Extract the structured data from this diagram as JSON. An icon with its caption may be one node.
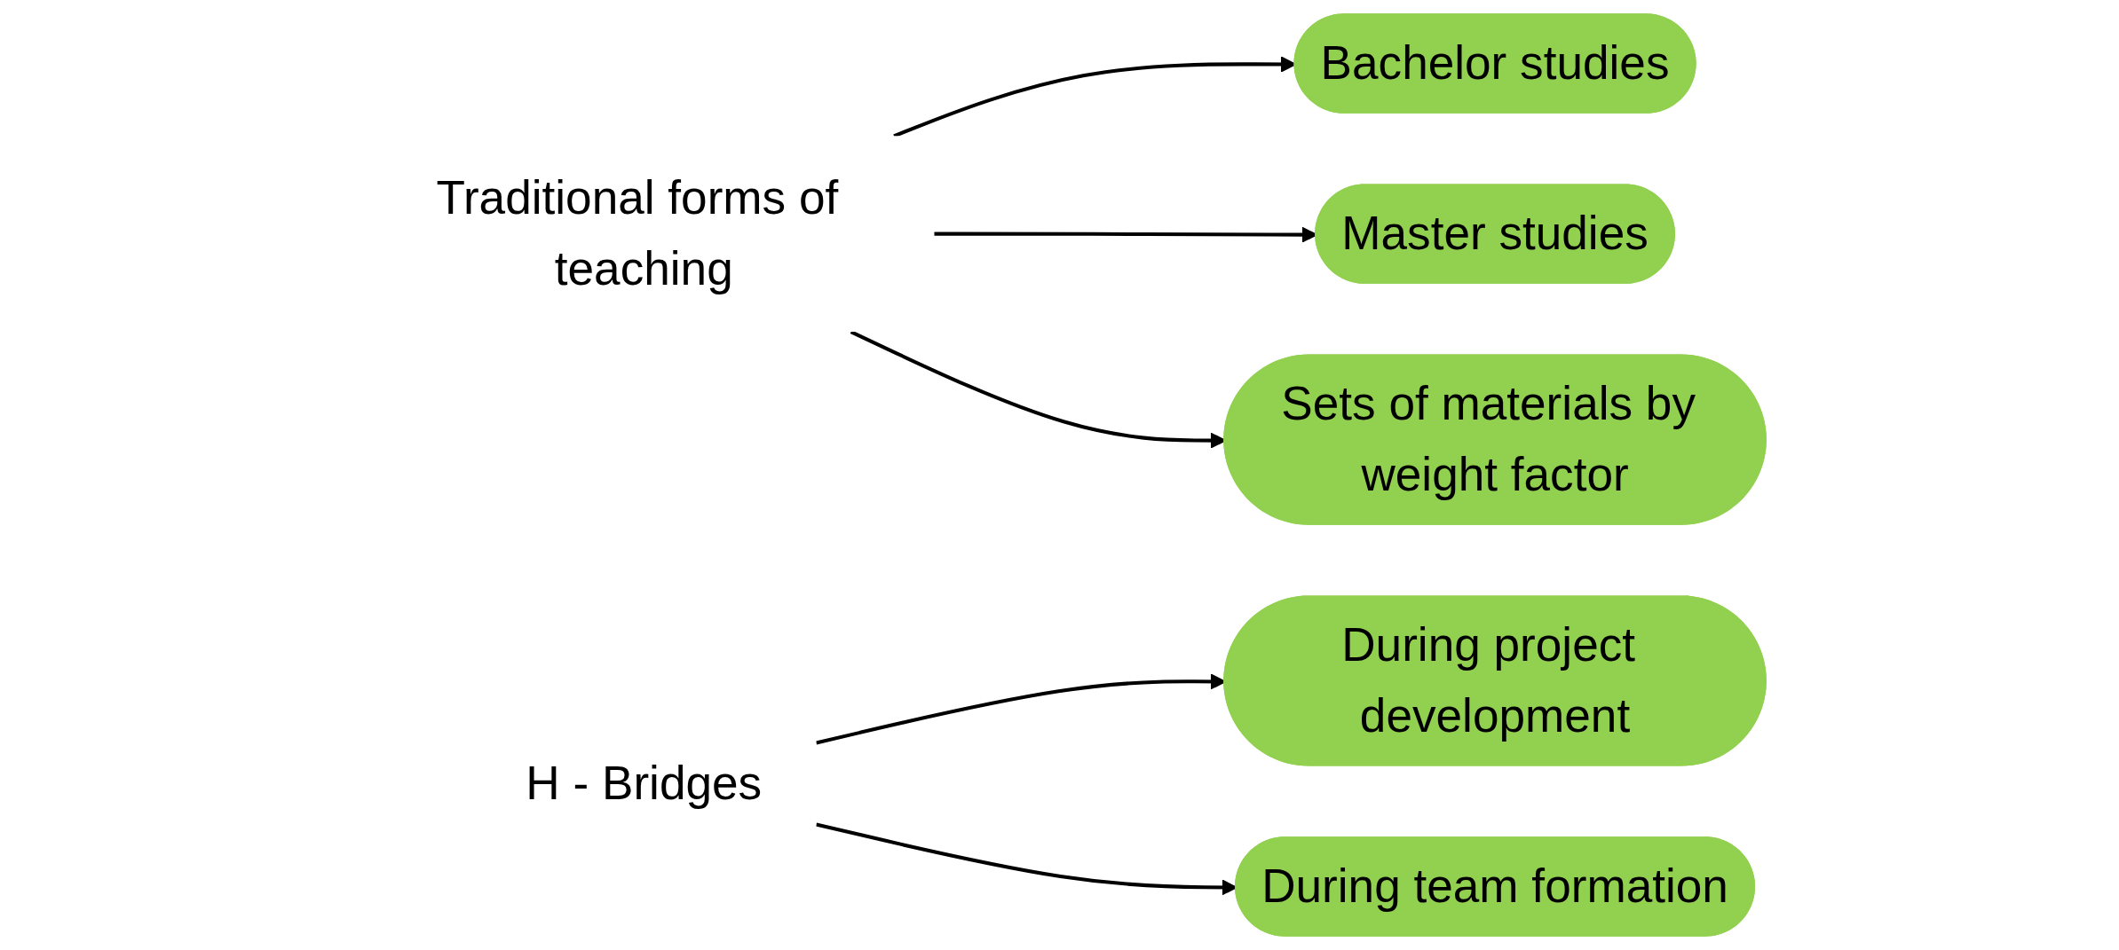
{
  "diagram": {
    "nodes": [
      {
        "text": [
          "Traditional forms of teaching"
        ]
      },
      {
        "text": [
          "H - Bridges"
        ]
      },
      {
        "text": [
          "Bachelor studies"
        ]
      },
      {
        "text": [
          "Master studies"
        ]
      },
      {
        "text": [
          "Sets of materials by weight factor"
        ]
      },
      {
        "text": [
          "During project development"
        ]
      },
      {
        "text": [
          "During team formation"
        ]
      }
    ],
    "edges": [
      {
        "from": 0,
        "to": 2,
        "arrow": "to"
      },
      {
        "from": 0,
        "to": 3,
        "arrow": "to"
      },
      {
        "from": 0,
        "to": 4,
        "arrow": "to"
      },
      {
        "from": 1,
        "to": 5,
        "arrow": "to"
      },
      {
        "from": 1,
        "to": 6,
        "arrow": "to"
      }
    ]
  }
}
